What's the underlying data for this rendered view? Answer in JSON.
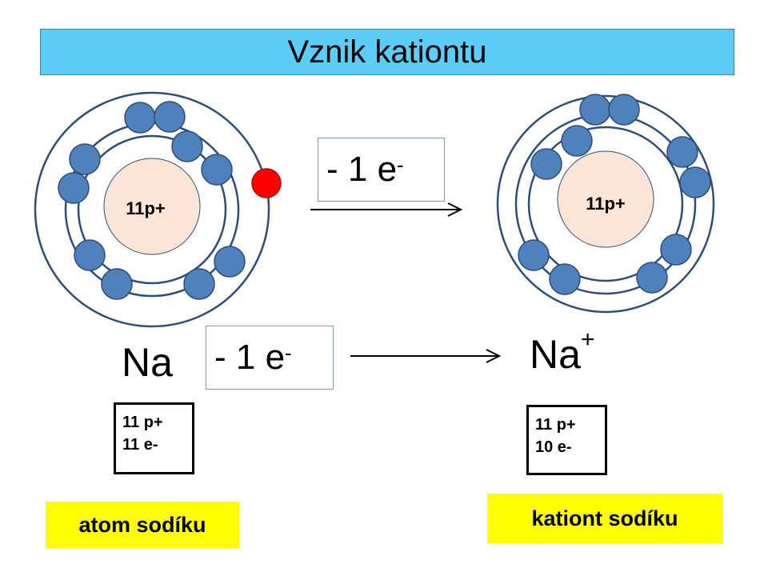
{
  "title": "Vznik kationtu",
  "atom": {
    "nucleus_label": "11p+",
    "symbol": "Na",
    "protons": "11 p+",
    "electrons": "11 e-",
    "name": "atom sodíku"
  },
  "cation": {
    "nucleus_label": "11p+",
    "symbol": "Na",
    "charge": "+",
    "protons": "11 p+",
    "electrons": "10 e-",
    "name": "kationt sodíku"
  },
  "reaction_top": {
    "text": "- 1 e",
    "sup": "-"
  },
  "reaction_bottom": {
    "text": "- 1 e",
    "sup": "-"
  },
  "colors": {
    "title_bg": "#5bcdf8",
    "orbit": "#2e4d7a",
    "electron": "#4f81bd",
    "removed_electron": "#ff0000",
    "nucleus": "#fce4d6",
    "label_bg": "#ffff00"
  }
}
